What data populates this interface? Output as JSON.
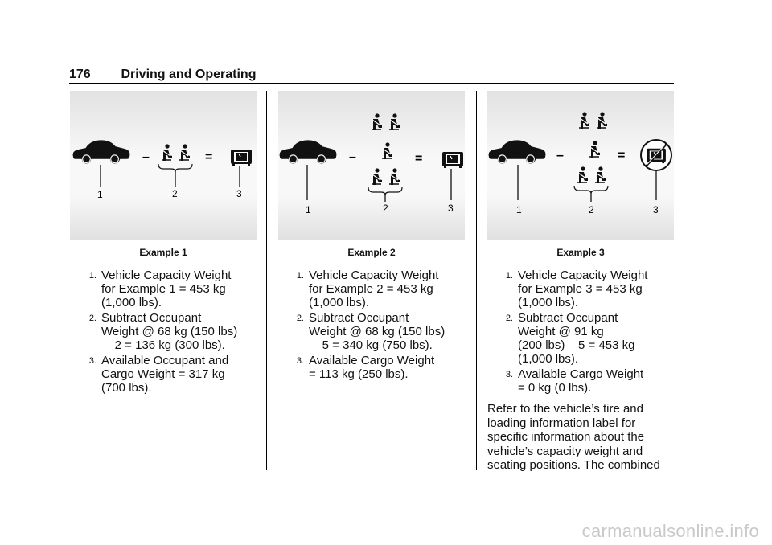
{
  "header": {
    "page_number": "176",
    "section_title": "Driving and Operating"
  },
  "figures": [
    {
      "caption": "Example 1",
      "callouts": [
        "1",
        "2",
        "3"
      ],
      "minus": "–",
      "equals": "="
    },
    {
      "caption": "Example 2",
      "callouts": [
        "1",
        "2",
        "3"
      ],
      "minus": "–",
      "equals": "="
    },
    {
      "caption": "Example 3",
      "callouts": [
        "1",
        "2",
        "3"
      ],
      "minus": "–",
      "equals": "="
    }
  ],
  "columns": [
    {
      "items": [
        {
          "num": "1.",
          "text": "Vehicle Capacity Weight\nfor Example 1 = 453 kg\n(1,000 lbs)."
        },
        {
          "num": "2.",
          "text": "Subtract Occupant\nWeight @ 68 kg (150 lbs)\n    2 = 136 kg (300 lbs)."
        },
        {
          "num": "3.",
          "text": "Available Occupant and\nCargo Weight = 317 kg\n(700 lbs)."
        }
      ]
    },
    {
      "items": [
        {
          "num": "1.",
          "text": "Vehicle Capacity Weight\nfor Example 2 = 453 kg\n(1,000 lbs)."
        },
        {
          "num": "2.",
          "text": "Subtract Occupant\nWeight @ 68 kg (150 lbs)\n    5 = 340 kg (750 lbs)."
        },
        {
          "num": "3.",
          "text": "Available Cargo Weight\n= 113 kg (250 lbs)."
        }
      ]
    },
    {
      "items": [
        {
          "num": "1.",
          "text": "Vehicle Capacity Weight\nfor Example 3 = 453 kg\n(1,000 lbs)."
        },
        {
          "num": "2.",
          "text": "Subtract Occupant\nWeight @ 91 kg\n(200 lbs)    5 = 453 kg\n(1,000 lbs)."
        },
        {
          "num": "3.",
          "text": "Available Cargo Weight\n= 0 kg (0 lbs)."
        }
      ]
    }
  ],
  "paragraph": "Refer to the vehicle’s tire and loading information label for specific information about the vehicle’s capacity weight and seating positions. The combined",
  "watermark": "carmanualsonline.info",
  "colors": {
    "figure_bg_top": "#e8e8e8",
    "figure_bg_mid": "#f7f7f7",
    "ink": "#111111"
  }
}
